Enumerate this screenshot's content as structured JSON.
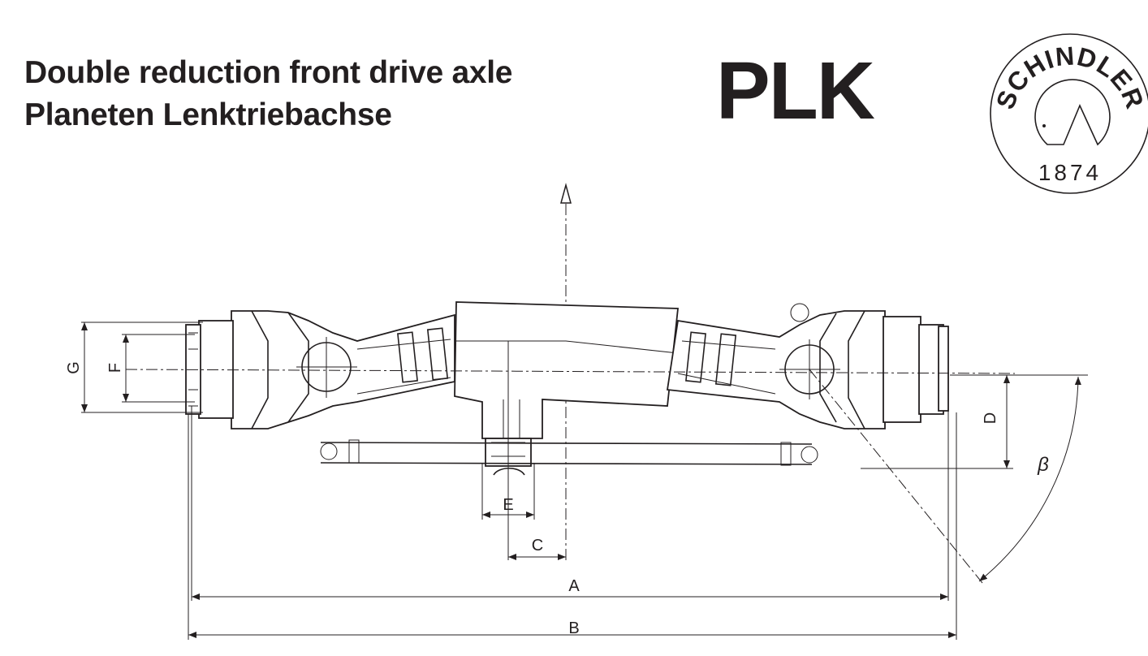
{
  "header": {
    "title_en": "Double reduction front drive axle",
    "title_de": "Planeten Lenktriebachse",
    "model": "PLK"
  },
  "logo": {
    "brand": "SCHINDLER",
    "year": "1874"
  },
  "dimensions": {
    "A": "A",
    "B": "B",
    "C": "C",
    "D": "D",
    "E": "E",
    "F": "F",
    "G": "G",
    "beta": "β"
  }
}
